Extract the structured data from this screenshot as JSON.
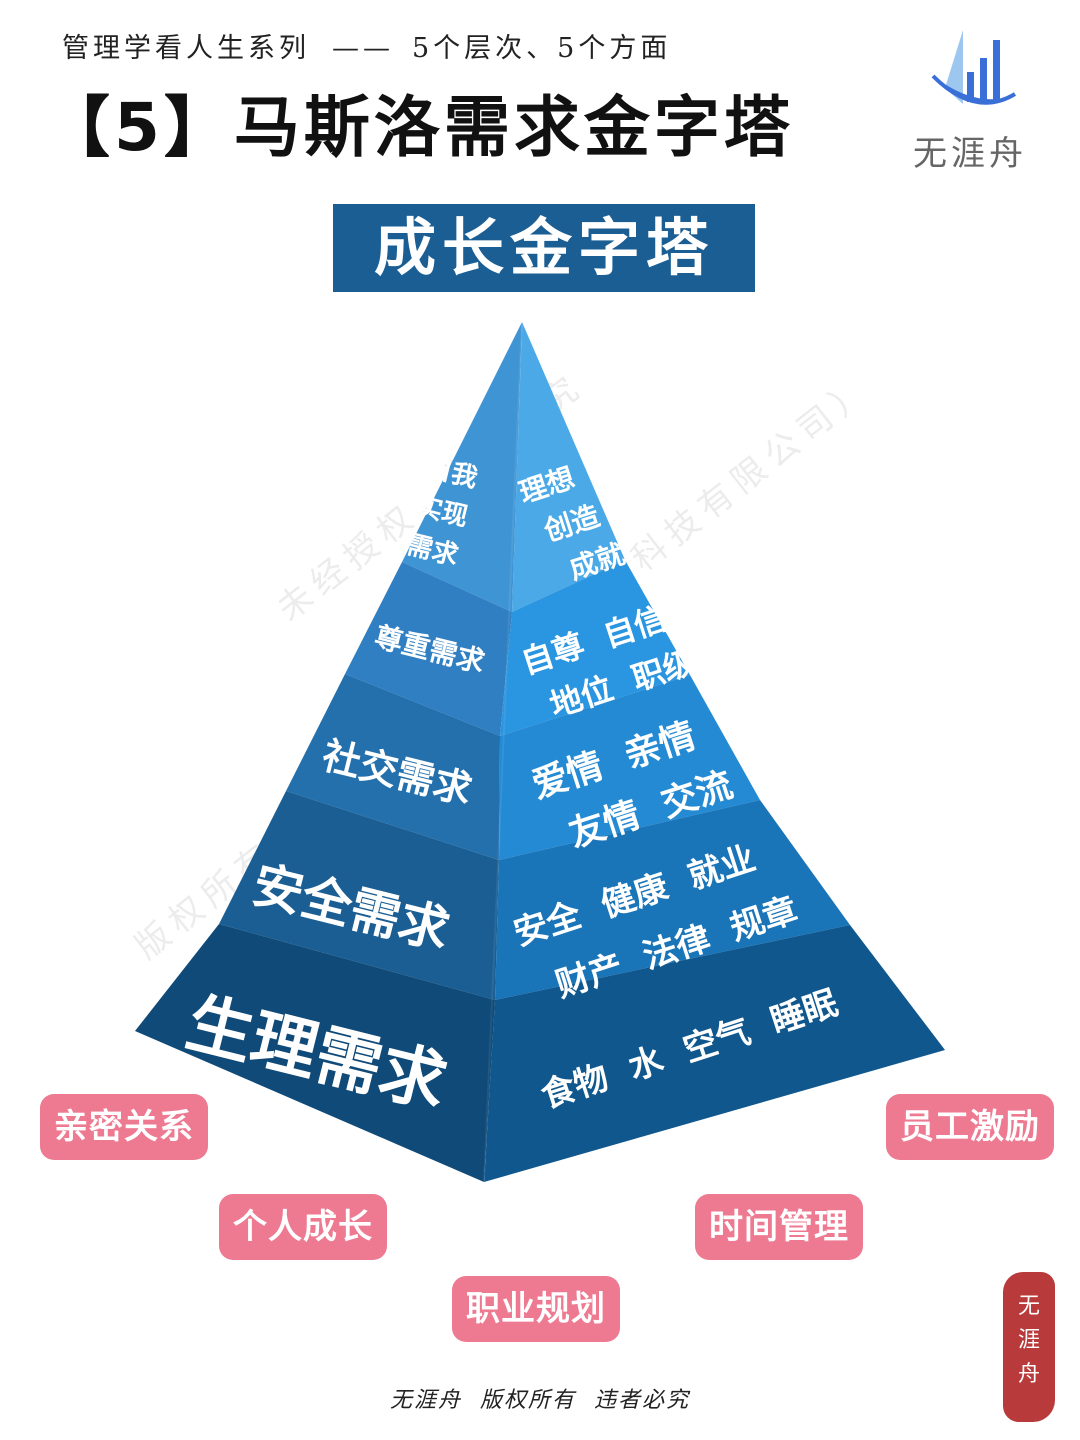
{
  "header": {
    "series": "管理学看人生系列",
    "separator": "——",
    "series_detail": "5个层次、5个方面",
    "title": "【5】马斯洛需求金字塔",
    "subtitle": "成长金字塔"
  },
  "logo": {
    "text": "无涯舟"
  },
  "watermarks": [
    "版权所有无涯舟（无锡无涯舟智慧科技有限公司）",
    "未经授权，侵权必究"
  ],
  "pyramid": {
    "levels": [
      {
        "name": "自我实现需求",
        "name_lines": [
          "自我",
          "实现",
          "需求"
        ],
        "details": [
          "理想",
          "创造",
          "成就"
        ]
      },
      {
        "name": "尊重需求",
        "details": [
          "自尊  自信",
          "地位  职级"
        ]
      },
      {
        "name": "社交需求",
        "details": [
          "爱情  亲情",
          "友情  交流"
        ]
      },
      {
        "name": "安全需求",
        "details": [
          "安全  健康  就业",
          "财产  法律  规章"
        ]
      },
      {
        "name": "生理需求",
        "details": [
          "食物  水  空气  睡眠"
        ]
      }
    ]
  },
  "aspects": [
    "亲密关系",
    "个人成长",
    "职业规划",
    "时间管理",
    "员工激励"
  ],
  "footer": "无涯舟  版权所有  违者必究",
  "seal": {
    "text": [
      "无",
      "涯",
      "舟"
    ]
  },
  "colors": {
    "banner": "#1b5e93",
    "pill": "#ee7a92",
    "left_faces": [
      "#3f95d4",
      "#2f7fc2",
      "#2470ad",
      "#1a5e93",
      "#0f4a78"
    ],
    "right_faces": [
      "#4aa9e6",
      "#2a95e0",
      "#248ad3",
      "#1a74b8",
      "#10578d"
    ]
  }
}
